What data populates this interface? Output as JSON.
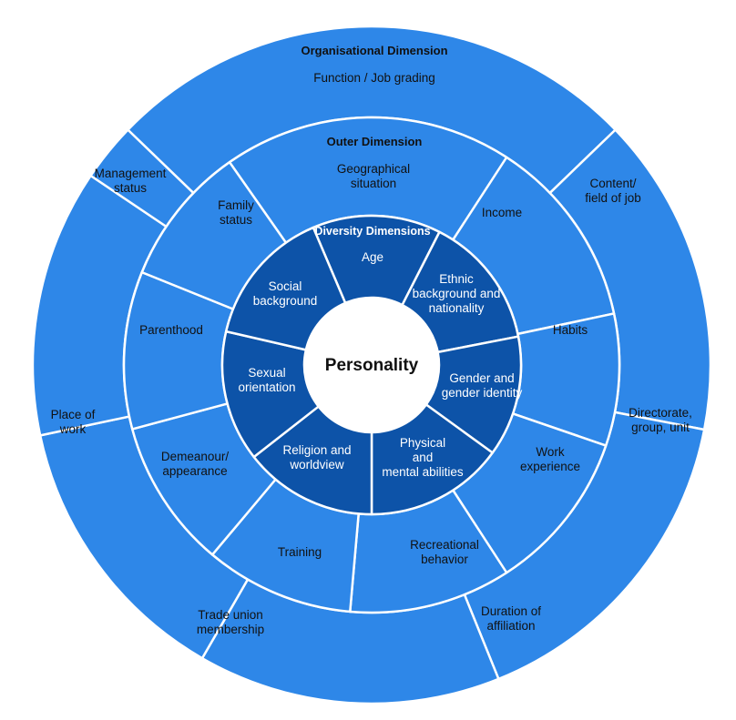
{
  "colors": {
    "outer_ring": "#2e87e8",
    "middle_ring": "#2e87e8",
    "inner_ring": "#0d53a8",
    "center": "#ffffff",
    "separator": "#ffffff"
  },
  "center": {
    "label": "Personality"
  },
  "inner_ring": {
    "title": "Diversity Dimensions",
    "segments": [
      "Age",
      "Ethnic\nbackground and\nnationality",
      "Gender and\ngender identity",
      "Physical\nand\nmental abilities",
      "Religion and\nworldview",
      "Sexual\norientation",
      "Social\nbackground"
    ]
  },
  "middle_ring": {
    "title": "Outer Dimension",
    "segments": [
      "Geographical\nsituation",
      "Income",
      "Habits",
      "Work\nexperience",
      "Recreational\nbehavior",
      "Training",
      "Demeanour/\nappearance",
      "Parenthood",
      "Family\nstatus"
    ]
  },
  "outer_ring": {
    "title": "Organisational Dimension",
    "segments": [
      "Function / Job grading",
      "Content/\nfield of job",
      "Directorate,\ngroup, unit",
      "Duration of\naffiliation",
      "Trade union\nmembership",
      "Place of\nwork",
      "Management\nstatus"
    ]
  }
}
